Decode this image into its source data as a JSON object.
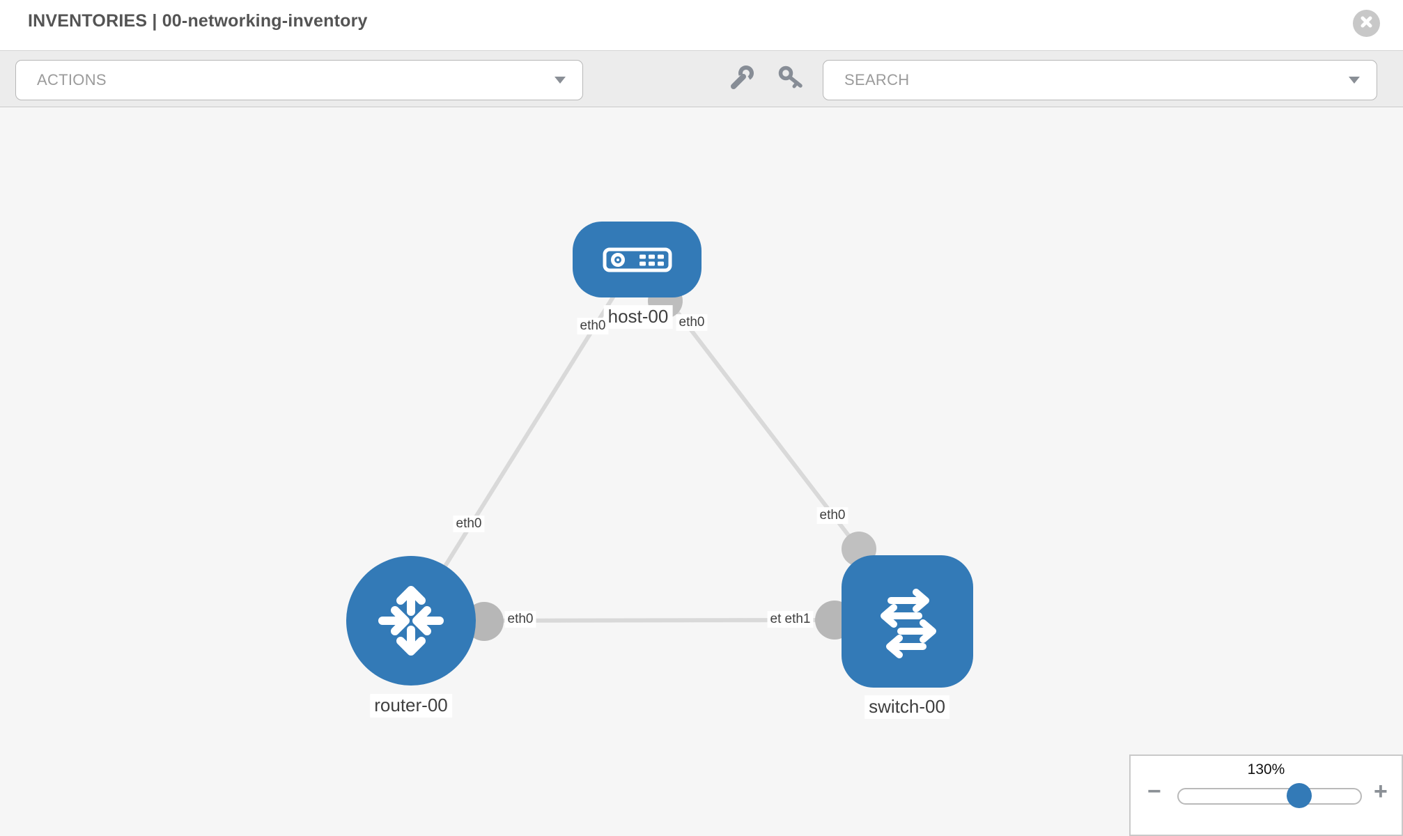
{
  "header": {
    "title": "INVENTORIES | 00-networking-inventory"
  },
  "toolbar": {
    "actions_label": "ACTIONS",
    "search_placeholder": "SEARCH"
  },
  "colors": {
    "node_blue": "#337ab7",
    "link_gray": "#d9d9d9",
    "interface_gray": "#bdbdbd",
    "toolbar_bg": "#ececec",
    "canvas_bg": "#f6f6f6"
  },
  "diagram": {
    "nodes": [
      {
        "id": "host-00",
        "type": "host",
        "label": "host-00"
      },
      {
        "id": "router-00",
        "type": "router",
        "label": "router-00"
      },
      {
        "id": "switch-00",
        "type": "switch",
        "label": "switch-00"
      }
    ],
    "links": [
      {
        "from": "host-00",
        "to": "router-00",
        "from_port": "eth0",
        "to_port": "eth0"
      },
      {
        "from": "host-00",
        "to": "switch-00",
        "from_port": "eth0",
        "to_port": "eth0"
      },
      {
        "from": "router-00",
        "to": "switch-00",
        "from_port": "eth0",
        "to_port": "eth1"
      }
    ]
  },
  "port_labels": {
    "host_router_host_end": "eth0",
    "host_router_router_end": "eth0",
    "host_switch_host_end": "eth0",
    "host_switch_switch_end": "eth0",
    "router_switch_router_end": "eth0",
    "router_switch_switch_end_hidden": "eth0",
    "router_switch_switch_end": "eth1"
  },
  "zoom_control": {
    "level": "130%",
    "minus_label": "−",
    "plus_label": "+"
  }
}
